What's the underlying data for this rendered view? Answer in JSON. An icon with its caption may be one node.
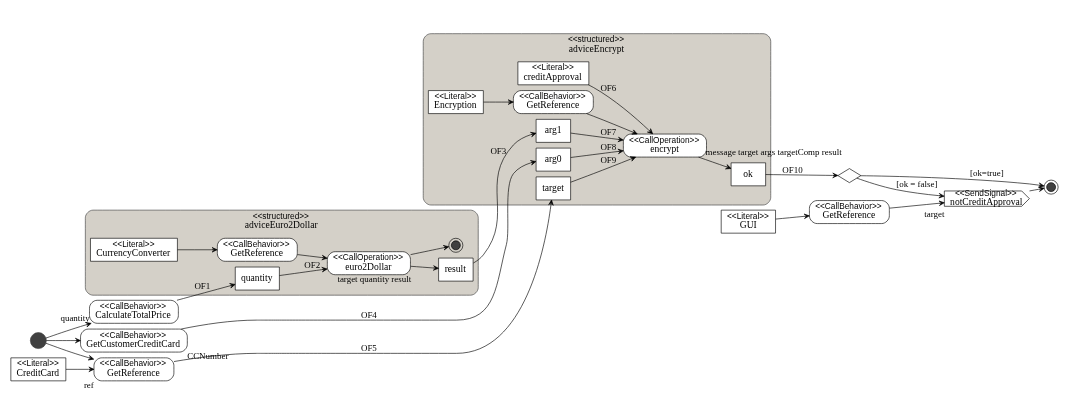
{
  "diagram": {
    "nodes": [
      {
        "text": [],
        "shape": "circle"
      },
      {
        "text": [
          "<<CallBehavior>>",
          "CalculateTotalPrice"
        ],
        "beside": [
          "quantity"
        ]
      },
      {
        "text": [
          "<<structured>>",
          "adviceEuro2Dollar"
        ]
      },
      {
        "text": [
          "quantity"
        ],
        "in": 2
      },
      {
        "text": [
          "<<CallBehavior>>",
          "GetReference"
        ],
        "in": 2
      },
      {
        "text": [
          "<<Literal>>",
          "CurrencyConverter"
        ],
        "in": 2
      },
      {
        "text": [
          "<<CallOperation>>",
          "euro2Dollar"
        ],
        "in": 2,
        "beside": [
          "target",
          "quantity",
          "result"
        ]
      },
      {
        "text": [
          "result"
        ],
        "in": 2
      },
      {
        "text": [],
        "shape": "circle",
        "in": 2
      },
      {
        "text": [
          "<<CallBehavior>>",
          "GetCustomerCreditCard"
        ],
        "beside": [
          "CCNumber"
        ]
      },
      {
        "text": [
          "<<Literal>>",
          "CreditCard"
        ]
      },
      {
        "text": [
          "<<CallBehavior>>",
          "GetReference"
        ],
        "beside": [
          "ref"
        ]
      },
      {
        "text": [
          "<<structured>>",
          "adviceEncrypt"
        ]
      },
      {
        "text": [
          "<<Literal>>",
          "creditApproval"
        ],
        "in": 12
      },
      {
        "text": [
          "<<Literal>>",
          "Encryption"
        ],
        "in": 12
      },
      {
        "text": [
          "arg1"
        ],
        "in": 12
      },
      {
        "text": [
          "<<CallBehavior>>",
          "GetReference"
        ],
        "in": 12
      },
      {
        "text": [
          "arg0"
        ],
        "in": 12
      },
      {
        "text": [
          "target"
        ],
        "in": 12
      },
      {
        "text": [
          "<<CallOperation>>",
          "encrypt"
        ],
        "in": 12,
        "beside": [
          "message",
          "target",
          "args",
          "targetComp",
          "result"
        ]
      },
      {
        "text": [
          "ok"
        ],
        "in": 12
      },
      {
        "text": [
          "<<Literal>>",
          "GUI"
        ]
      },
      {
        "text": [
          "<<CallBehavior>>",
          "GetReference"
        ]
      },
      {
        "text": [],
        "shape": "diamond"
      },
      {
        "text": [
          "<<SendSignal>>",
          "notCreditApproval"
        ],
        "beside": [
          "target"
        ]
      },
      {
        "text": [],
        "shape": "circle"
      }
    ],
    "edges": [
      {
        "from": 0,
        "to": 1,
        "arrow": "to"
      },
      {
        "from": 0,
        "to": 9,
        "arrow": "to"
      },
      {
        "from": 0,
        "to": 11,
        "arrow": "to"
      },
      {
        "from": 1,
        "to": 3,
        "arrow": "to",
        "label": "OF1"
      },
      {
        "from": 3,
        "to": 6,
        "arrow": "to",
        "label": "OF2"
      },
      {
        "from": 5,
        "to": 4,
        "arrow": "to"
      },
      {
        "from": 4,
        "to": 6,
        "arrow": "to"
      },
      {
        "from": 6,
        "to": 7,
        "arrow": "to"
      },
      {
        "from": 6,
        "to": 8,
        "arrow": "to"
      },
      {
        "from": 7,
        "to": 15,
        "arrow": "to",
        "label": "OF3"
      },
      {
        "from": 9,
        "to": 17,
        "arrow": "to",
        "label": "OF4"
      },
      {
        "from": 10,
        "to": 11,
        "arrow": "to"
      },
      {
        "from": 11,
        "to": 18,
        "arrow": "to",
        "label": "OF5"
      },
      {
        "from": 13,
        "to": 19,
        "arrow": "to",
        "label": "OF6"
      },
      {
        "from": 14,
        "to": 16,
        "arrow": "to"
      },
      {
        "from": 15,
        "to": 19,
        "arrow": "to",
        "label": "OF7"
      },
      {
        "from": 16,
        "to": 19,
        "arrow": "to"
      },
      {
        "from": 17,
        "to": 19,
        "arrow": "to",
        "label": "OF8"
      },
      {
        "from": 18,
        "to": 19,
        "arrow": "to",
        "label": "OF9"
      },
      {
        "from": 19,
        "to": 20,
        "arrow": "to"
      },
      {
        "from": 20,
        "to": 23,
        "arrow": "to",
        "label": "OF10"
      },
      {
        "from": 23,
        "to": 24,
        "arrow": "to",
        "label": "[ok = false]"
      },
      {
        "from": 23,
        "to": 25,
        "arrow": "to",
        "label": "[ok=true]"
      },
      {
        "from": 21,
        "to": 22,
        "arrow": "to"
      },
      {
        "from": 22,
        "to": 24,
        "arrow": "to"
      },
      {
        "from": 24,
        "to": 25,
        "arrow": "to"
      }
    ]
  }
}
